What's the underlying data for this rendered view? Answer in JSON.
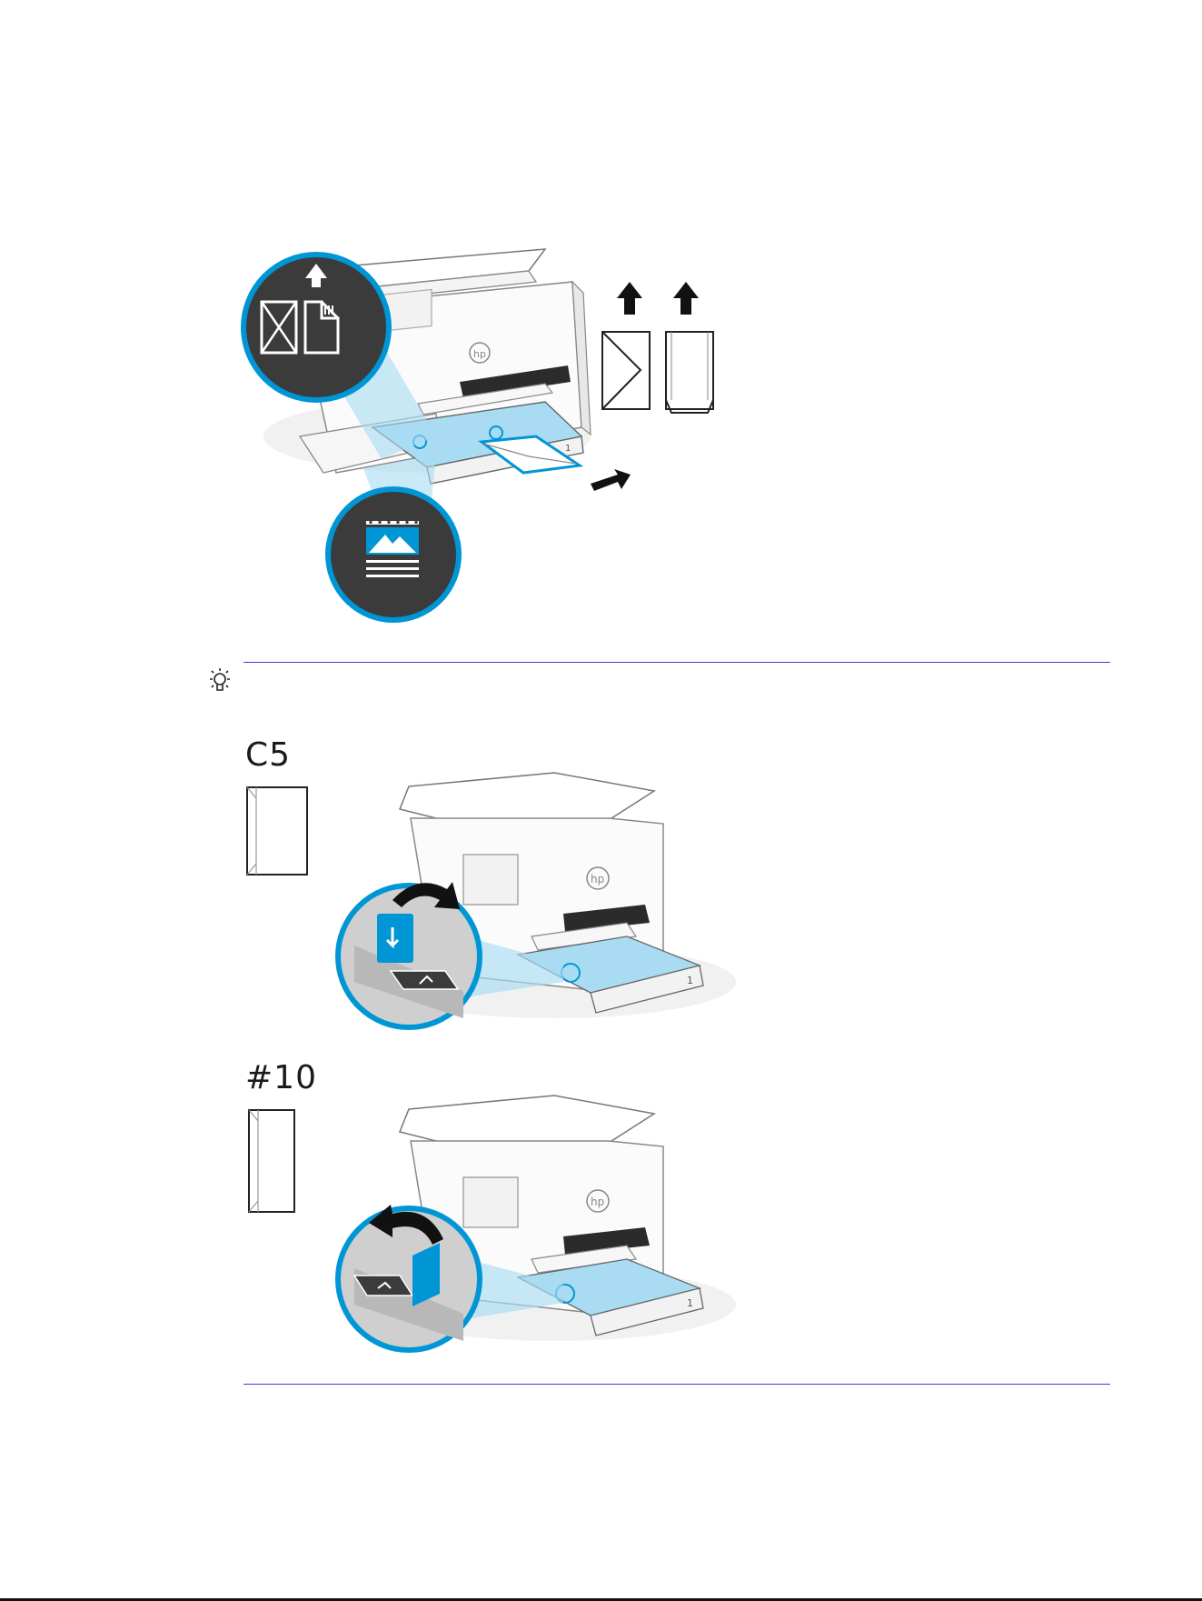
{
  "printer_logo": "hp",
  "figures": [
    {
      "id": "envelope-orientation",
      "tray_number": "1"
    },
    {
      "id": "c5-guide",
      "envelope_label": "C5",
      "tray_number": "1"
    },
    {
      "id": "no10-guide",
      "envelope_label": "#10",
      "tray_number": "1"
    }
  ],
  "icons": {
    "tip": "lightbulb-icon",
    "arrow": "arrow-up-icon",
    "envelope": "envelope-icon"
  },
  "colors": {
    "accent": "#0096d6",
    "dark_circle": "#3b3b3b",
    "highlight": "#a9dcf3",
    "rule": "#3a3fd8"
  }
}
